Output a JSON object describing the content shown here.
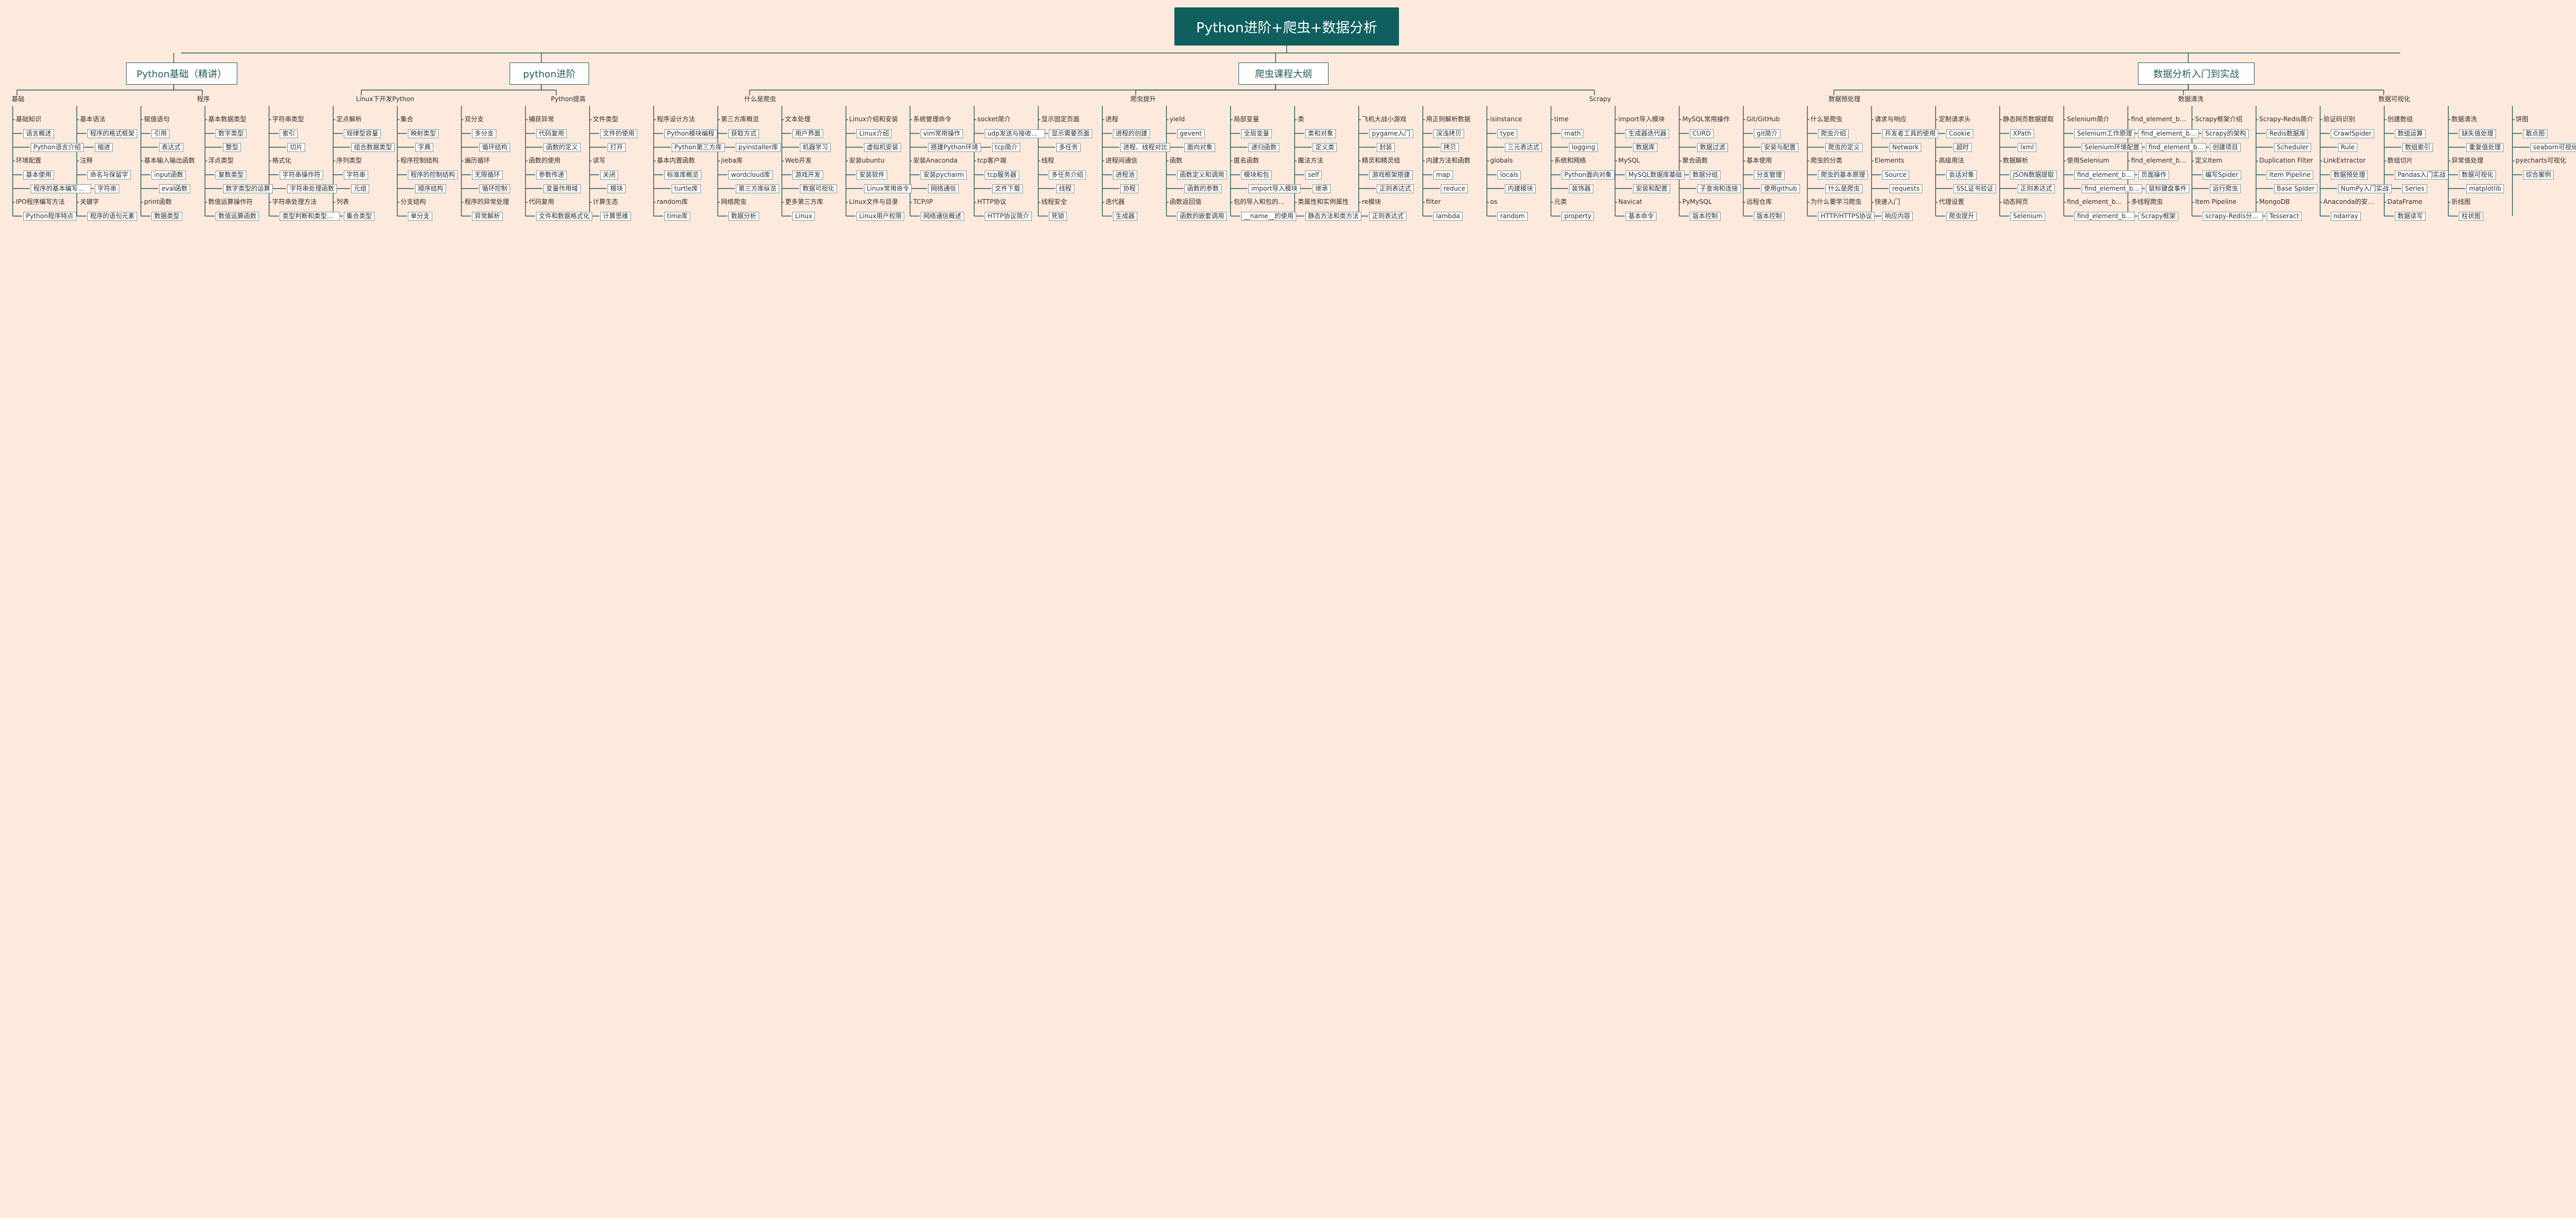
{
  "title": "Python进阶+爬虫+数据分析",
  "colors": {
    "background": "#fdeadd",
    "root": "#0f5f5f",
    "line": "#245c5c"
  },
  "branches": [
    {
      "label": "Python基础（精讲）"
    },
    {
      "label": "python进阶"
    },
    {
      "label": "爬虫课程大纲"
    },
    {
      "label": "数据分析入门到实战"
    }
  ],
  "group_heads": [
    "基础",
    "程序",
    "Linux下开发Python",
    "Python提高",
    "什么是爬虫",
    "爬虫提升",
    "Scrapy",
    "数据预处理",
    "数据清洗",
    "数据可视化"
  ],
  "nodes": [
    "基础知识",
    "语言概述",
    "Python语言介绍",
    "环境配置",
    "基本使用",
    "程序的基本编写方法",
    "IPO程序编写方法",
    "Python程序特点",
    "基本语法",
    "程序的格式框架",
    "缩进",
    "注释",
    "命名与保留字",
    "字符串",
    "关键字",
    "程序的语句元素",
    "赋值语句",
    "引用",
    "表达式",
    "基本输入输出函数",
    "input函数",
    "eval函数",
    "print函数",
    "数据类型",
    "基本数据类型",
    "数字类型",
    "整型",
    "浮点类型",
    "复数类型",
    "数字类型的运算",
    "数值运算操作符",
    "数值运算函数",
    "字符串类型",
    "索引",
    "切片",
    "格式化",
    "字符串操作符",
    "字符串处理函数",
    "字符串处理方法",
    "类型判断和类型间转换",
    "定点解析",
    "规律型容量",
    "组合数据类型",
    "序列类型",
    "字符串",
    "元组",
    "列表",
    "集合类型",
    "集合",
    "映射类型",
    "字典",
    "程序控制结构",
    "程序的控制结构",
    "顺序结构",
    "分支结构",
    "单分支",
    "双分支",
    "多分支",
    "循环结构",
    "遍历循环",
    "无限循环",
    "循环控制",
    "程序的异常处理",
    "异常解析",
    "捕获异常",
    "代码复用",
    "函数的定义",
    "函数的使用",
    "参数传递",
    "变量作用域",
    "代码复用",
    "文件和数据格式化",
    "文件类型",
    "文件的使用",
    "打开",
    "读写",
    "关闭",
    "模块",
    "计算生态",
    "计算思维",
    "程序设计方法",
    "Python模块编程",
    "Python第三方库",
    "基本内置函数",
    "标准库概览",
    "turtle库",
    "random库",
    "time库",
    "第三方库概览",
    "获取方式",
    "pyinstaller库",
    "jieba库",
    "wordcloud库",
    "第三方库纵览",
    "网络爬虫",
    "数据分析",
    "文本处理",
    "用户界面",
    "机器学习",
    "Web开发",
    "游戏开发",
    "数据可视化",
    "更多第三方库",
    "Linux",
    "Linux介绍和安装",
    "Linux介绍",
    "虚拟机安装",
    "安装ubuntu",
    "安装软件",
    "Linux常用命令",
    "Linux文件与目录",
    "Linux用户权限",
    "系统管理命令",
    "vim常用操作",
    "搭建Python环境",
    "安装Anaconda",
    "安装pycharm",
    "网络通信",
    "TCP/IP",
    "网络通信概述",
    "socket简介",
    "udp发送与接收数据",
    "tcp简介",
    "tcp客户端",
    "tcp服务器",
    "文件下载",
    "HTTP协议",
    "HTTP协议简介",
    "显示固定页面",
    "显示需要页面",
    "多任务",
    "线程",
    "多任务介绍",
    "线程",
    "线程安全",
    "死锁",
    "进程",
    "进程的创建",
    "进程、线程对比",
    "进程间通信",
    "进程池",
    "协程",
    "迭代器",
    "生成器",
    "yield",
    "gevent",
    "面向对象",
    "函数",
    "函数定义和调用",
    "函数的参数",
    "函数返回值",
    "函数的嵌套调用",
    "局部变量",
    "全局变量",
    "递归函数",
    "匿名函数",
    "模块和包",
    "import导入模块",
    "包的导入和包的导入",
    "__name__的使用",
    "类",
    "类和对象",
    "定义类",
    "魔法方法",
    "self",
    "继承",
    "类属性和实例属性",
    "静态方法和类方法",
    "飞机大战小游戏",
    "pygame入门",
    "封装",
    "精灵和精灵组",
    "游戏框架搭建",
    "正则表达式",
    "re模块",
    "正则表达式",
    "用正则解析数据",
    "深浅拷贝",
    "拷贝",
    "内建方法和函数",
    "map",
    "reduce",
    "filter",
    "lambda",
    "isinstance",
    "type",
    "三元表达式",
    "globals",
    "locals",
    "内建模块",
    "os",
    "random",
    "time",
    "math",
    "logging",
    "系统和网络",
    "Python面向对象",
    "装饰器",
    "元类",
    "property",
    "import导入模块",
    "生成器迭代器",
    "数据库",
    "MySQL",
    "MySQL数据库基础",
    "安装和配置",
    "Navicat",
    "基本命令",
    "MySQL常用操作",
    "CURD",
    "数据过滤",
    "聚合函数",
    "数据分组",
    "子查询和连接",
    "PyMySQL",
    "版本控制",
    "Git/GitHub",
    "git简介",
    "安装与配置",
    "基本使用",
    "分支管理",
    "使用github",
    "远程仓库",
    "版本控制",
    "什么是爬虫",
    "爬虫介绍",
    "爬虫的定义",
    "爬虫的分类",
    "爬虫的基本原理",
    "什么是爬虫",
    "为什么要学习爬虫",
    "HTTP/HTTPS协议",
    "请求与响应",
    "开发者工具的使用",
    "Network",
    "Elements",
    "Source",
    "requests",
    "快速入门",
    "响应内容",
    "定制请求头",
    "Cookie",
    "超时",
    "高级用法",
    "会话对象",
    "SSL证书验证",
    "代理设置",
    "爬虫提升",
    "静态网页数据提取",
    "XPath",
    "lxml",
    "数据解析",
    "JSON数据提取",
    "正则表达式",
    "动态网页",
    "Selenium",
    "Selenium简介",
    "Selenium工作原理",
    "Selenium环境配置",
    "使用Selenium",
    "find_element_by_id()",
    "find_element_by_name()",
    "find_element_by_xpath()",
    "find_element_by_link_text()",
    "find_element_by_partial_link_text()",
    "find_element_by_tag_name()",
    "find_element_by_class_name()",
    "find_element_by_css_selector()",
    "页面操作",
    "鼠标键盘事件",
    "多线程爬虫",
    "Scrapy框架",
    "Scrapy框架介绍",
    "Scrapy的架构",
    "创建项目",
    "定义Item",
    "编写Spider",
    "运行爬虫",
    "Item Pipeline",
    "scrapy-Redis分布式",
    "Scrapy-Redis简介",
    "Redis数据库",
    "Scheduler",
    "Duplication Filter",
    "Item Pipeline",
    "Base Spider",
    "MongoDB",
    "Tesseract",
    "验证码识别",
    "CrawlSpider",
    "Rule",
    "LinkExtractor",
    "数据预处理",
    "NumPy入门实战",
    "Anaconda的安装和使用",
    "ndarray",
    "创建数组",
    "数组运算",
    "数组索引",
    "数组切片",
    "Pandas入门实战",
    "Series",
    "DataFrame",
    "数据读写",
    "数据清洗",
    "缺失值处理",
    "重复值处理",
    "异常值处理",
    "数据可视化",
    "matplotlib",
    "折线图",
    "柱状图",
    "饼图",
    "散点图",
    "seaborn可视化",
    "pyecharts可视化",
    "综合案例"
  ]
}
